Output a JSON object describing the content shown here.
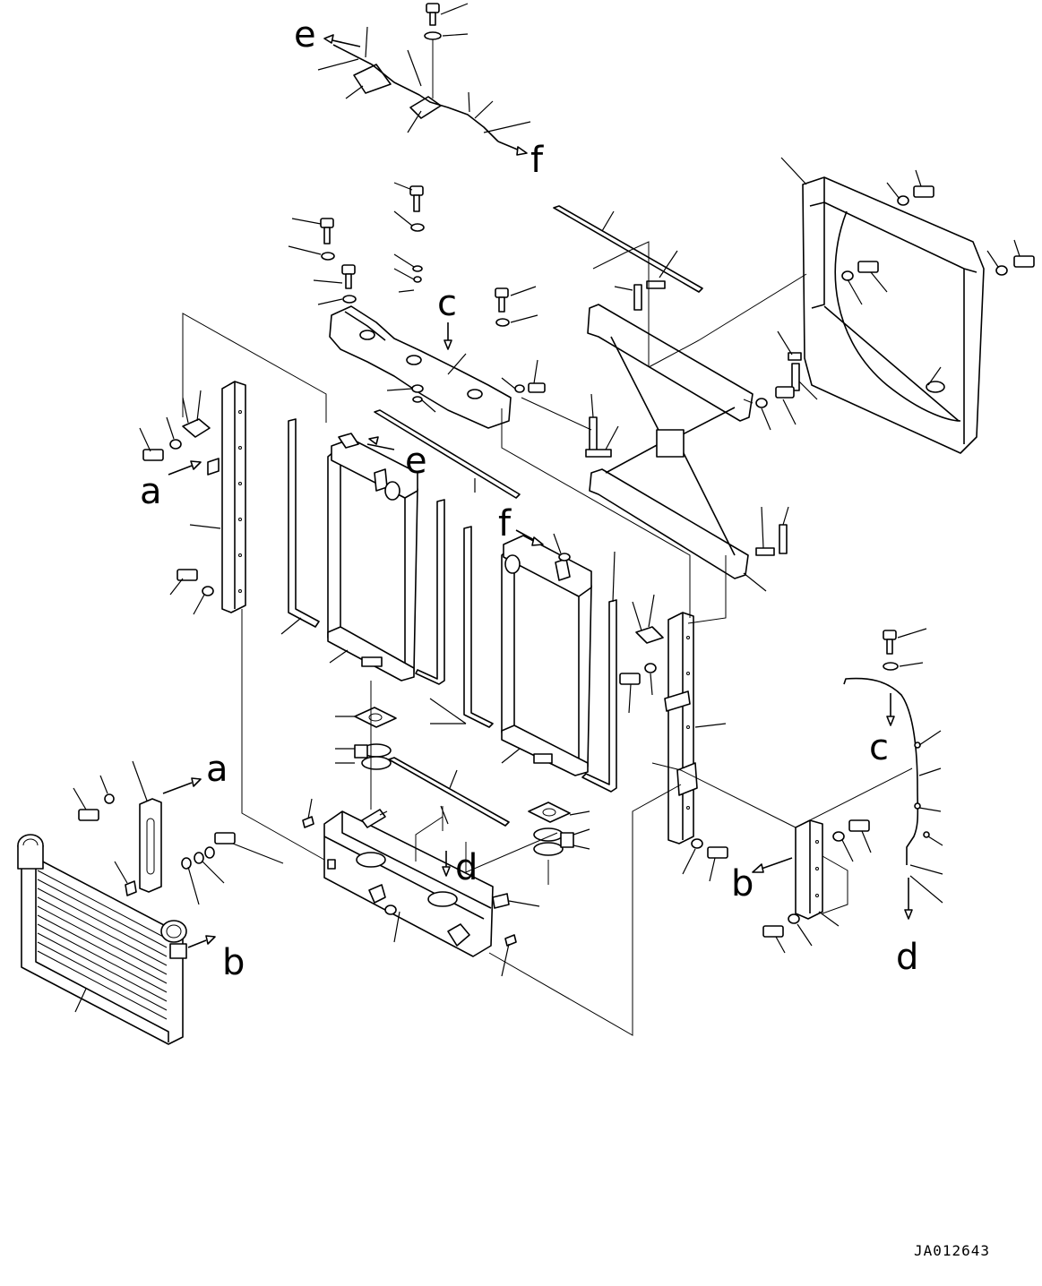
{
  "drawing": {
    "code": "JA012643",
    "callouts": {
      "a_top": "a",
      "a_side": "a",
      "b_left": "b",
      "b_right": "b",
      "c_top": "c",
      "c_right": "c",
      "d_center": "d",
      "d_right": "d",
      "e_top": "e",
      "e_center": "e",
      "f_top": "f",
      "f_center": "f"
    }
  }
}
